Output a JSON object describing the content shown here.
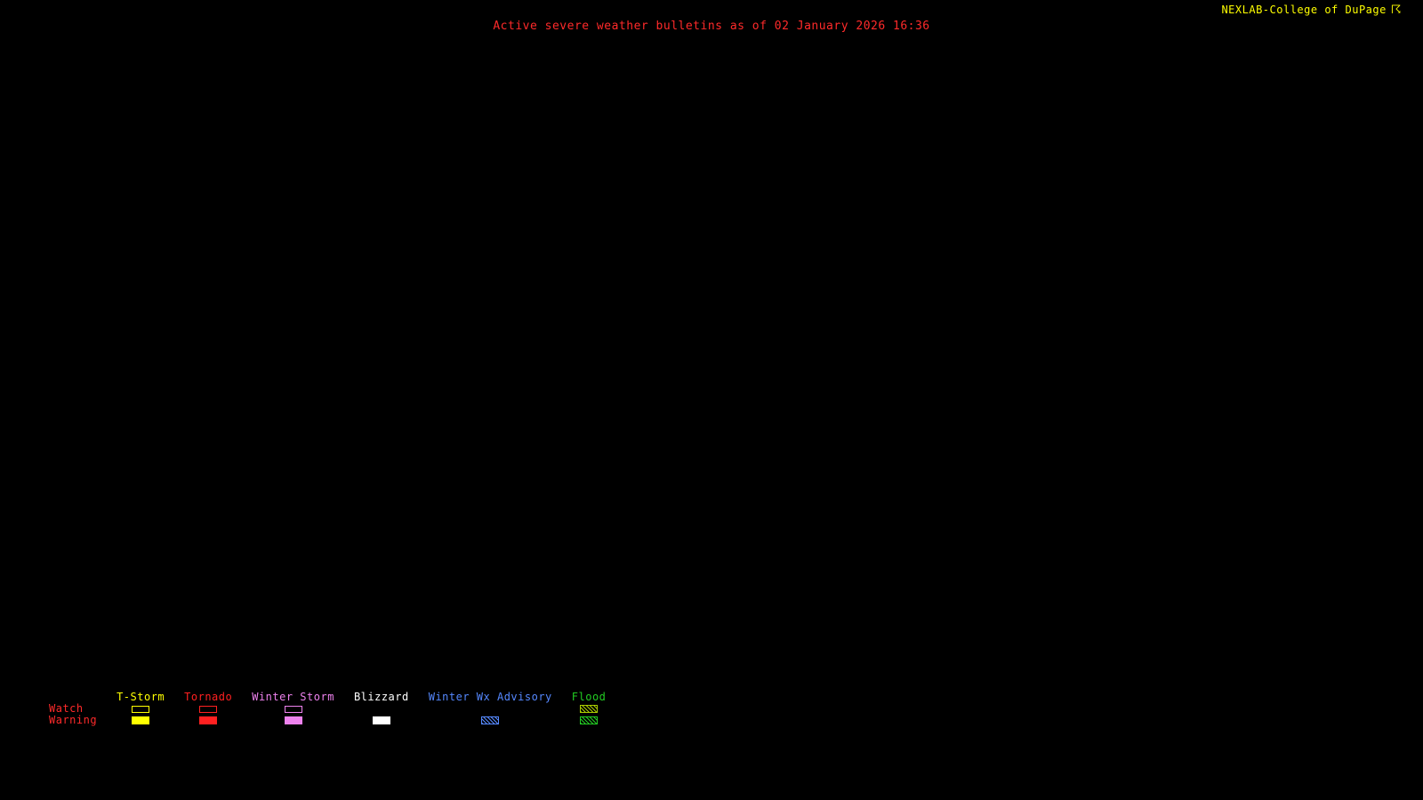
{
  "header": {
    "brand": "NEXLAB-College of DuPage",
    "brand_color": "#ffff00",
    "logo_icon": "☈"
  },
  "title": {
    "text": "Active severe weather bulletins as of 02 January 2026 16:36",
    "color": "#ff2a2a"
  },
  "legend": {
    "row_labels": {
      "watch": "Watch",
      "warning": "Warning"
    },
    "row_label_color": "#ff2a2a",
    "categories": [
      {
        "label": "T-Storm",
        "color": "#ffff00",
        "watch_style": "outline",
        "warning_style": "fill"
      },
      {
        "label": "Tornado",
        "color": "#ff2020",
        "watch_style": "outline",
        "warning_style": "fill"
      },
      {
        "label": "Winter Storm",
        "color": "#ee82ee",
        "watch_style": "outline",
        "warning_style": "fill"
      },
      {
        "label": "Blizzard",
        "color": "#ffffff",
        "watch_style": "none",
        "warning_style": "fill"
      },
      {
        "label": "Winter Wx Advisory",
        "color": "#5588ff",
        "watch_style": "none",
        "warning_style": "hatch"
      },
      {
        "label": "Flood",
        "color": "#22cc22",
        "watch_style": "hatch",
        "warning_style": "hatch",
        "watch_color": "#aacc00"
      }
    ]
  }
}
